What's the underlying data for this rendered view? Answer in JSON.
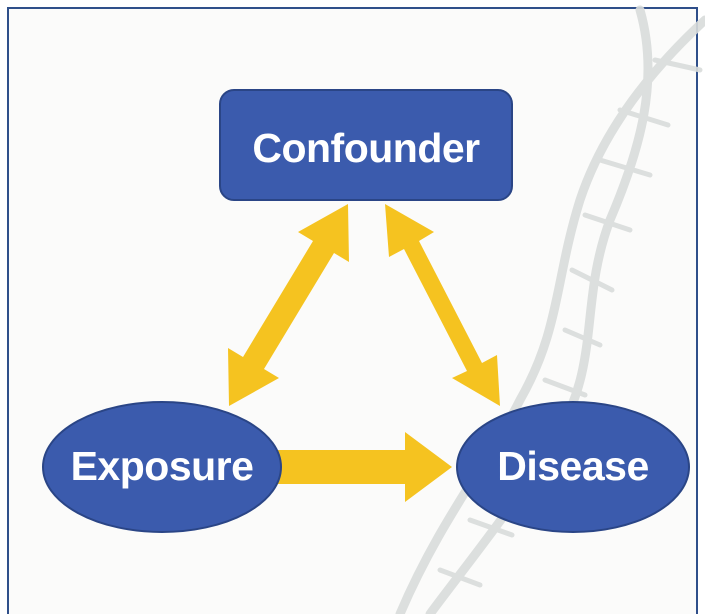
{
  "diagram": {
    "nodes": {
      "confounder": "Confounder",
      "exposure": "Exposure",
      "disease": "Disease"
    },
    "edges": [
      {
        "from": "confounder",
        "to": "exposure",
        "direction": "both"
      },
      {
        "from": "confounder",
        "to": "disease",
        "direction": "both"
      },
      {
        "from": "exposure",
        "to": "disease",
        "direction": "forward"
      }
    ]
  },
  "colors": {
    "node_fill": "#3b5bad",
    "node_stroke": "#2a4586",
    "arrow": "#f5c320",
    "frame_border": "#2f4f8a",
    "background": "#fbfbfa",
    "watermark": "#d9dcdb"
  },
  "watermark": "dna-helix"
}
